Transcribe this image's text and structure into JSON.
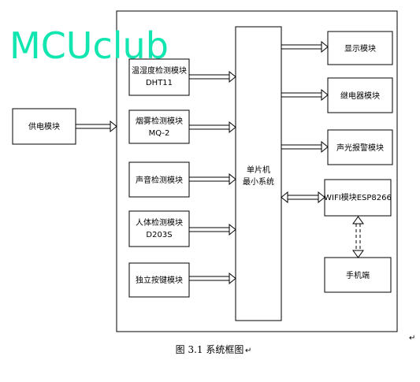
{
  "watermark": "MCUclub",
  "modules": {
    "power": "供电模块",
    "temp_line1": "温湿度检测模块",
    "temp_line2": "DHT11",
    "smoke_line1": "烟雾检测模块",
    "smoke_line2": "MQ-2",
    "sound": "声音检测模块",
    "body_line1": "人体检测模块",
    "body_line2": "D203S",
    "key": "独立按键模块",
    "mcu_line1": "单片机",
    "mcu_line2": "最小系统",
    "display": "显示模块",
    "relay": "继电器模块",
    "alarm": "声光报警模块",
    "wifi": "WIFI模块ESP8266",
    "phone": "手机端"
  },
  "caption": "图 3.1  系统框图",
  "edit_marks": [
    "↵",
    "↵"
  ],
  "colors": {
    "watermark": "#12e6b0",
    "line": "#000000"
  }
}
